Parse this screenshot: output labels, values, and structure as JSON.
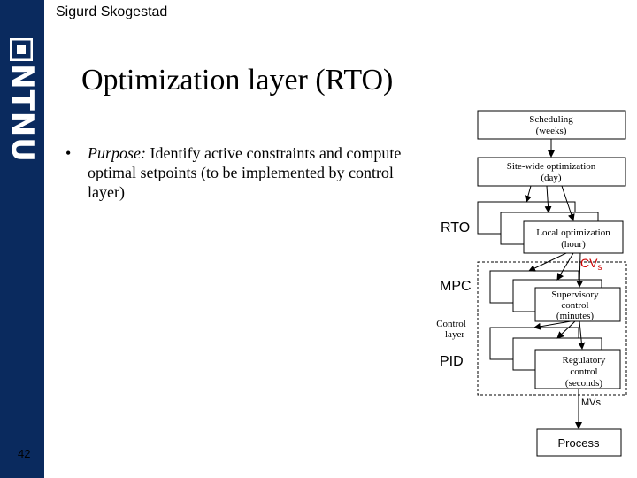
{
  "header": {
    "author": "Sigurd Skogestad"
  },
  "sidebar": {
    "logo_text": "NTNU"
  },
  "slide": {
    "title": "Optimization layer (RTO)",
    "bullet": {
      "label": "Purpose:",
      "text": " Identify active constraints and compute optimal setpoints (to be implemented by control layer)"
    },
    "page_number": "42"
  },
  "diagram": {
    "scheduling_line1": "Scheduling",
    "scheduling_line2": "(weeks)",
    "sitewide_line1": "Site-wide optimization",
    "sitewide_line2": "(day)",
    "local_line1": "Local optimization",
    "local_line2": "(hour)",
    "supervisory_line1": "Supervisory",
    "supervisory_line2": "control",
    "supervisory_line3": "(minutes)",
    "regulatory_line1": "Regulatory",
    "regulatory_line2": "control",
    "regulatory_line3": "(seconds)",
    "control_layer_line1": "Control",
    "control_layer_line2": "layer",
    "rto_label": "RTO",
    "mpc_label": "MPC",
    "pid_label": "PID",
    "cvs_main": "CV",
    "cvs_sub": "s",
    "mvs_label": "MVs",
    "process_label": "Process"
  }
}
